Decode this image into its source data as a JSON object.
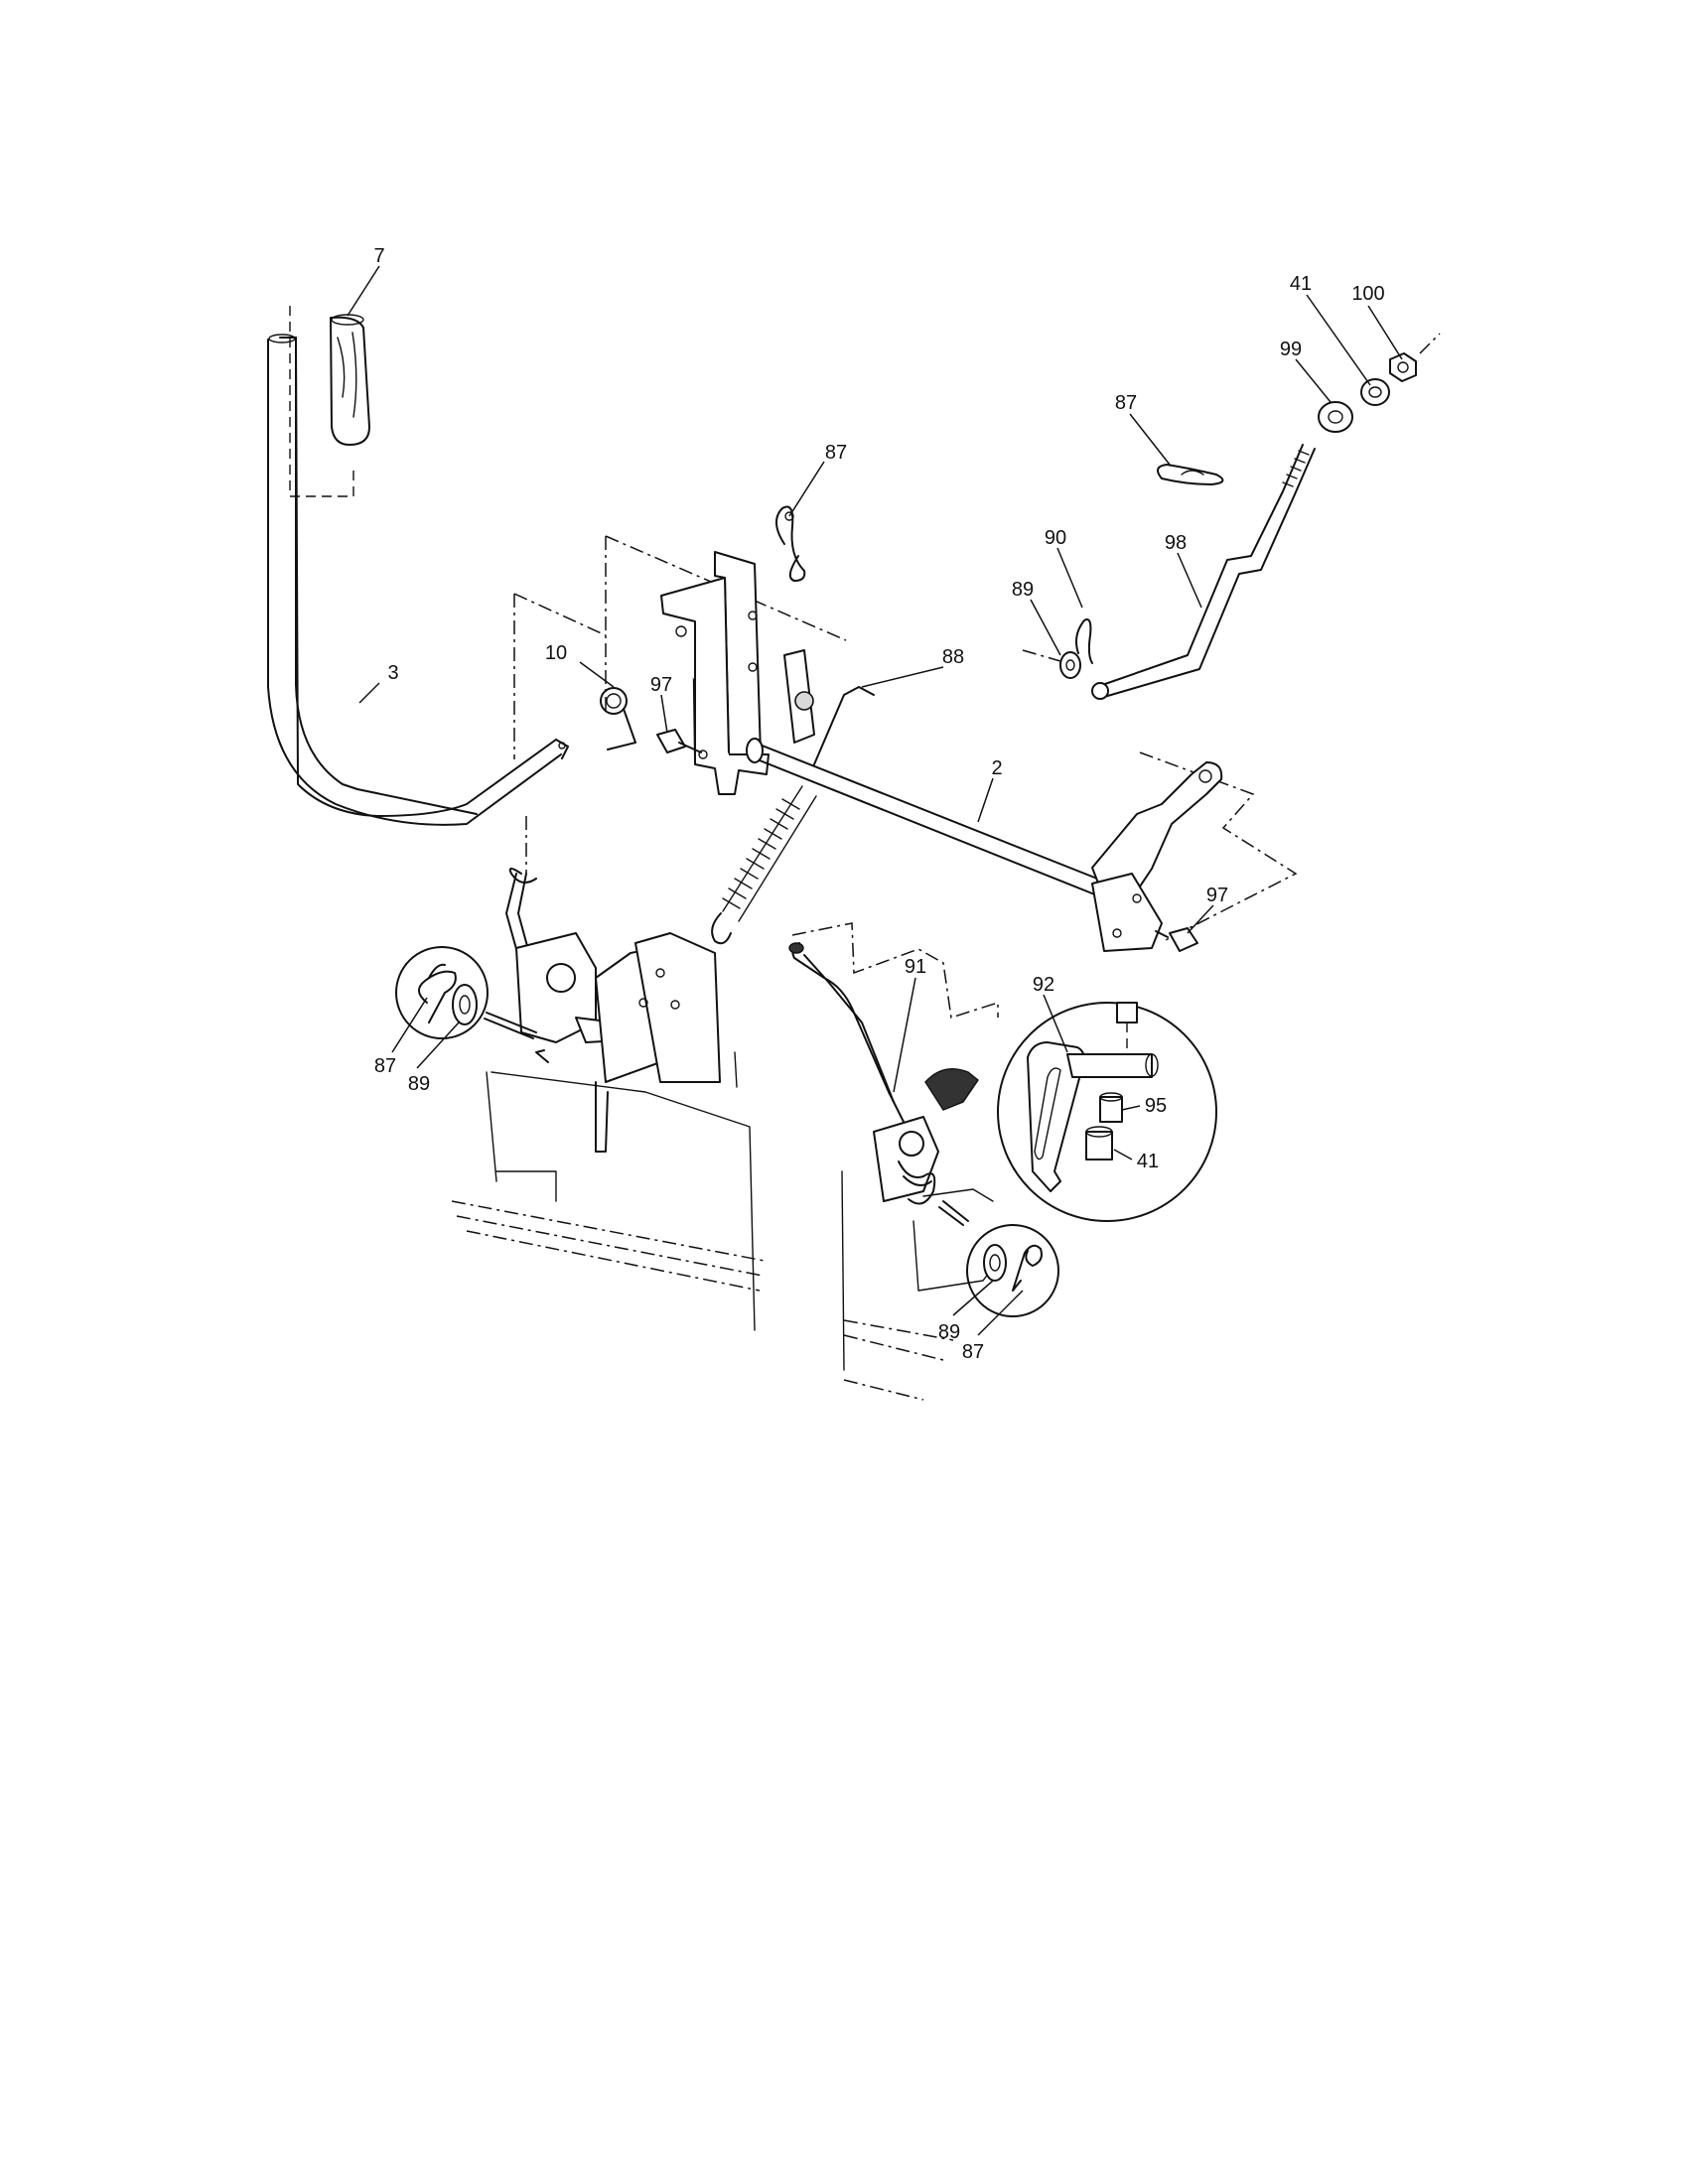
{
  "callouts": [
    {
      "id": "c7",
      "text": "7"
    },
    {
      "id": "c3",
      "text": "3"
    },
    {
      "id": "c10",
      "text": "10"
    },
    {
      "id": "c97a",
      "text": "97"
    },
    {
      "id": "c87a",
      "text": "87"
    },
    {
      "id": "c88",
      "text": "88"
    },
    {
      "id": "c2",
      "text": "2"
    },
    {
      "id": "c97b",
      "text": "97"
    },
    {
      "id": "c41a",
      "text": "41"
    },
    {
      "id": "c100",
      "text": "100"
    },
    {
      "id": "c99",
      "text": "99"
    },
    {
      "id": "c87b",
      "text": "87"
    },
    {
      "id": "c90",
      "text": "90"
    },
    {
      "id": "c98",
      "text": "98"
    },
    {
      "id": "c89a",
      "text": "89"
    },
    {
      "id": "c87c",
      "text": "87"
    },
    {
      "id": "c89b",
      "text": "89"
    },
    {
      "id": "c91",
      "text": "91"
    },
    {
      "id": "c92",
      "text": "92"
    },
    {
      "id": "c95",
      "text": "95"
    },
    {
      "id": "c41b",
      "text": "41"
    },
    {
      "id": "c89c",
      "text": "89"
    },
    {
      "id": "c87d",
      "text": "87"
    }
  ]
}
